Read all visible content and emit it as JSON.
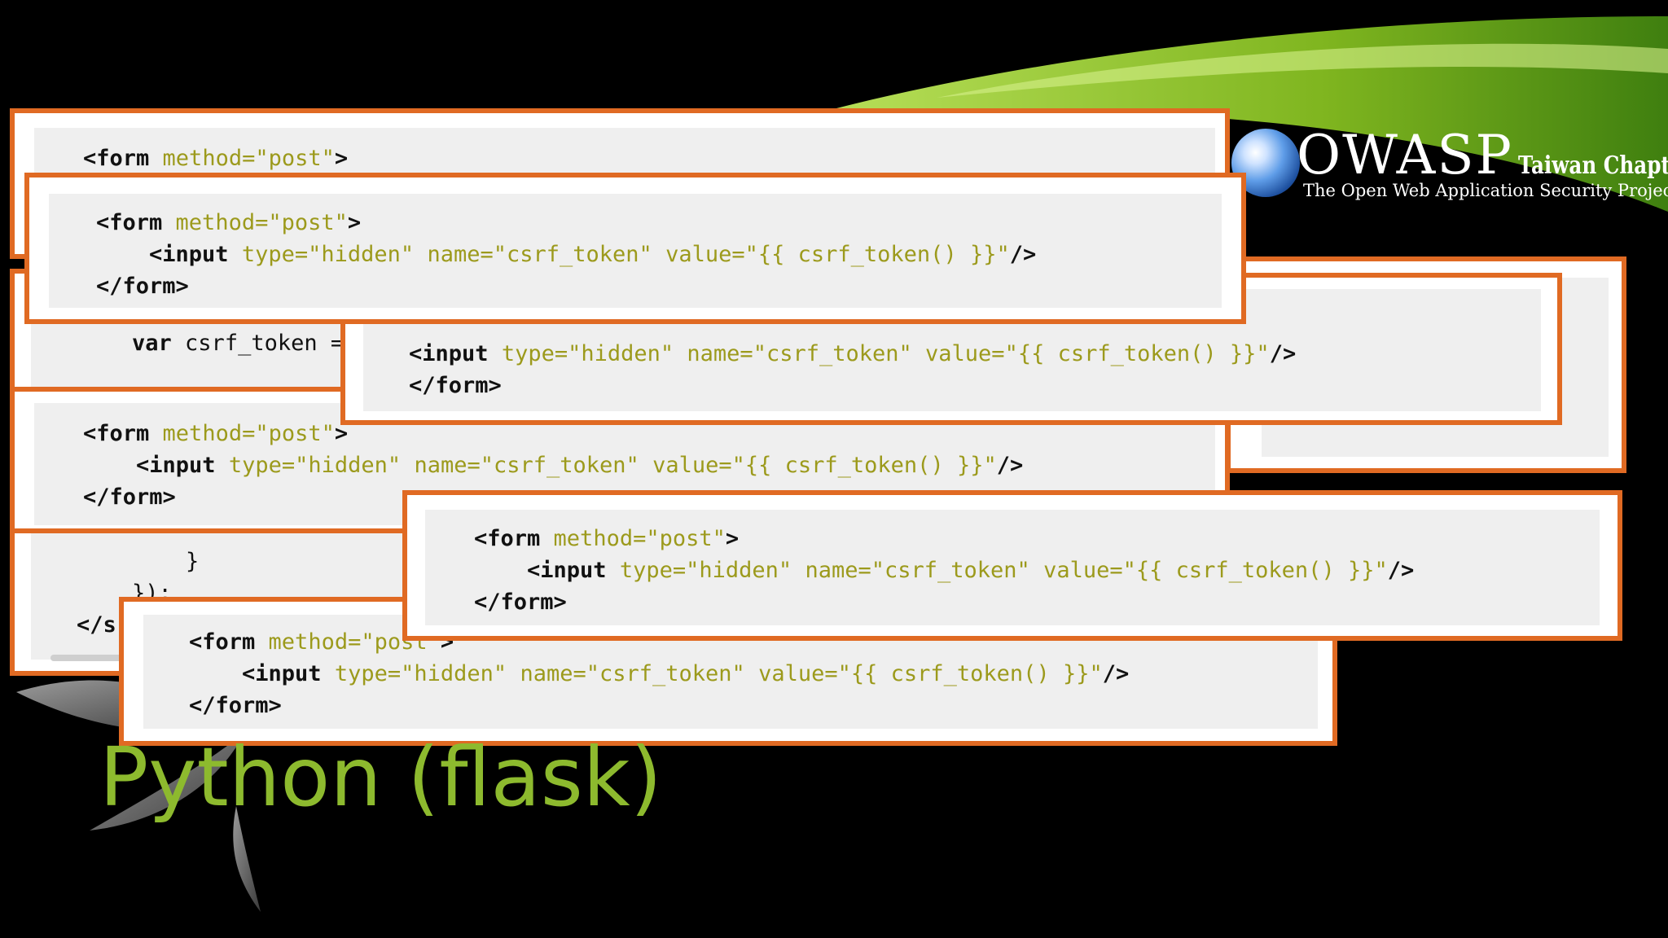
{
  "logo": {
    "name": "OWASP",
    "chapter": "Taiwan Chapter",
    "tagline": "The Open Web Application Security Project"
  },
  "title": "Python (flask)",
  "snippets": {
    "card1": {
      "line1": [
        "<form",
        "method=",
        "\"post\"",
        ">"
      ]
    },
    "card_js": {
      "line_var": [
        "var",
        "csrf_token",
        "="
      ],
      "line_close_brace": "}",
      "line_close_paren": "});",
      "line_close_script": "</s"
    },
    "form": {
      "open_tag": "<form",
      "method_attr": "method=",
      "method_val": "\"post\"",
      "gt": ">",
      "input_tag": "<input",
      "type_attr": "type=",
      "type_val": "\"hidden\"",
      "name_attr": "name=",
      "name_val": "\"csrf_token\"",
      "value_attr": "value=",
      "value_val": "\"{{ csrf_token() }}\"",
      "self_close": "/>",
      "close_tag": "</form>"
    }
  },
  "colors": {
    "accent_border": "#e06a23",
    "title_green": "#8dba2e",
    "attr_olive": "#9c9a1c",
    "code_bg": "#efefef"
  }
}
